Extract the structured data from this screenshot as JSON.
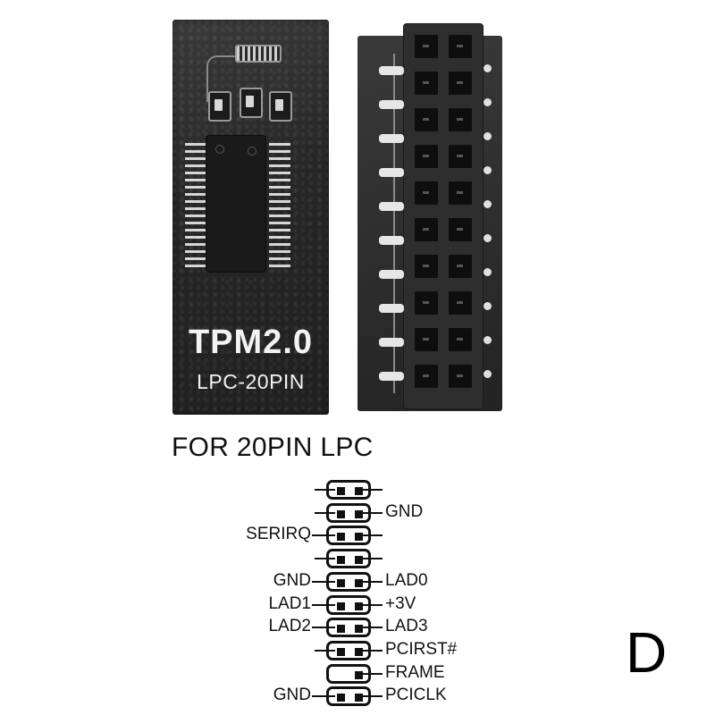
{
  "product": {
    "board_text_line1": "TPM2.0",
    "board_text_line2": "LPC-20PIN"
  },
  "diagram": {
    "title": "FOR 20PIN LPC",
    "panel_letter": "D",
    "rows": [
      {
        "left": "",
        "right": "",
        "left_pin": true,
        "right_pin": true
      },
      {
        "left": "",
        "right": "GND",
        "left_pin": true,
        "right_pin": true
      },
      {
        "left": "SERIRQ",
        "right": "",
        "left_pin": true,
        "right_pin": true
      },
      {
        "left": "",
        "right": "",
        "left_pin": true,
        "right_pin": true
      },
      {
        "left": "GND",
        "right": "LAD0",
        "left_pin": true,
        "right_pin": true
      },
      {
        "left": "LAD1",
        "right": "+3V",
        "left_pin": true,
        "right_pin": true
      },
      {
        "left": "LAD2",
        "right": "LAD3",
        "left_pin": true,
        "right_pin": true
      },
      {
        "left": "",
        "right": "PCIRST#",
        "left_pin": true,
        "right_pin": true
      },
      {
        "left": "",
        "right": "FRAME",
        "left_pin": false,
        "right_pin": true
      },
      {
        "left": "GND",
        "right": "PCICLK",
        "left_pin": true,
        "right_pin": true
      }
    ]
  },
  "colors": {
    "pcb": "#2b2b2b",
    "silkscreen": "#f2f2f2",
    "diagram_ink": "#111111",
    "background": "#ffffff"
  }
}
